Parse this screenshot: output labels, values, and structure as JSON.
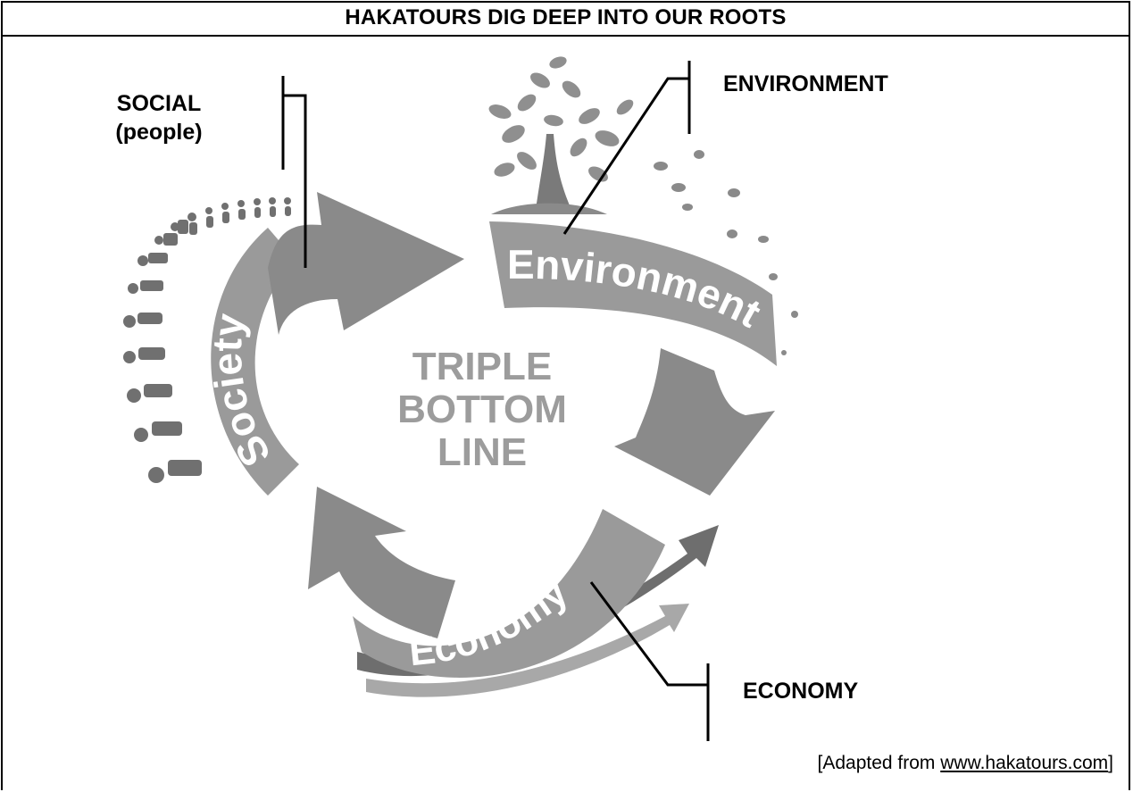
{
  "title": "HAKATOURS DIG DEEP INTO OUR ROOTS",
  "labels": {
    "social": "SOCIAL",
    "social_sub": "(people)",
    "environment": "ENVIRONMENT",
    "economy": "ECONOMY"
  },
  "diagram": {
    "center_lines": [
      "TRIPLE",
      "BOTTOM",
      "LINE"
    ],
    "ribbon_society": "Society",
    "ribbon_environment": "Environment",
    "ribbon_economy": "Economy"
  },
  "caption": {
    "prefix": "[Adapted from ",
    "link": "www.hakatours.com",
    "suffix": "]"
  },
  "colors": {
    "arrow_fill": "#8a8a8a",
    "ribbon_fill": "#9a9a9a",
    "center_text": "#9c9c9c",
    "people_fill": "#707070"
  }
}
